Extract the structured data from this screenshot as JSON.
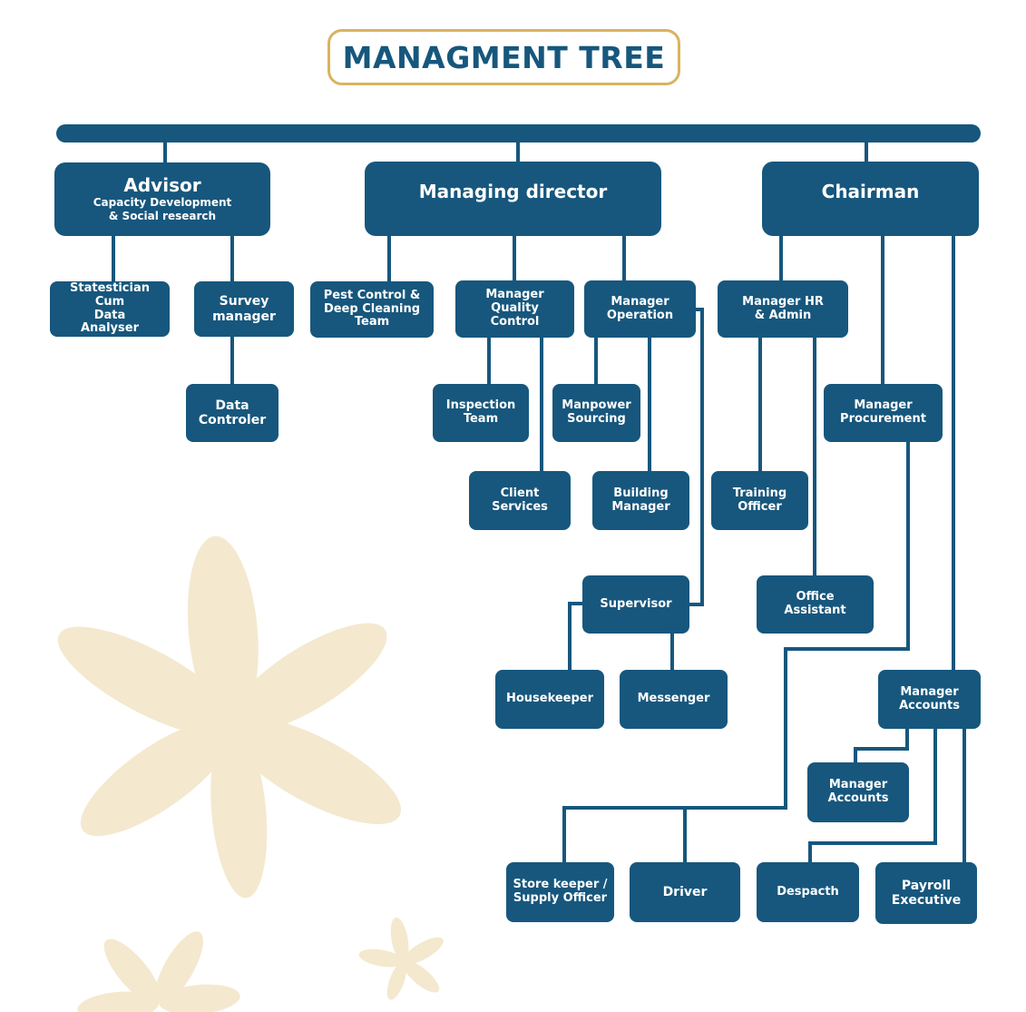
{
  "title": "MANAGMENT TREE",
  "colors": {
    "box": "#17577d",
    "title_border": "#d9b35f",
    "flower": "#f4e8cf"
  },
  "top": {
    "advisor": {
      "title": "Advisor",
      "subtitle": "Capacity Development\n& Social research"
    },
    "managing_director": "Managing director",
    "chairman": "Chairman"
  },
  "nodes": {
    "statistician": "Statestician Cum\nData\nAnalyser",
    "survey_manager": "Survey\nmanager",
    "data_controller": "Data\nControler",
    "pest_control": "Pest Control &\nDeep Cleaning\nTeam",
    "manager_quality": "Manager\nQuality\nControl",
    "manager_operation": "Manager\nOperation",
    "inspection_team": "Inspection\nTeam",
    "client_services": "Client\nServices",
    "manpower_sourcing": "Manpower\nSourcing",
    "building_manager": "Building\nManager",
    "supervisor": "Supervisor",
    "housekeeper": "Housekeeper",
    "messenger": "Messenger",
    "manager_hr": "Manager HR\n& Admin",
    "training_officer": "Training\nOfficer",
    "office_assistant": "Office\nAssistant",
    "manager_procurement": "Manager\nProcurement",
    "manager_accounts_1": "Manager\nAccounts",
    "manager_accounts_2": "Manager\nAccounts",
    "store_keeper": "Store keeper /\nSupply Officer",
    "driver": "Driver",
    "despatch": "Despacth",
    "payroll_executive": "Payroll\nExecutive"
  }
}
